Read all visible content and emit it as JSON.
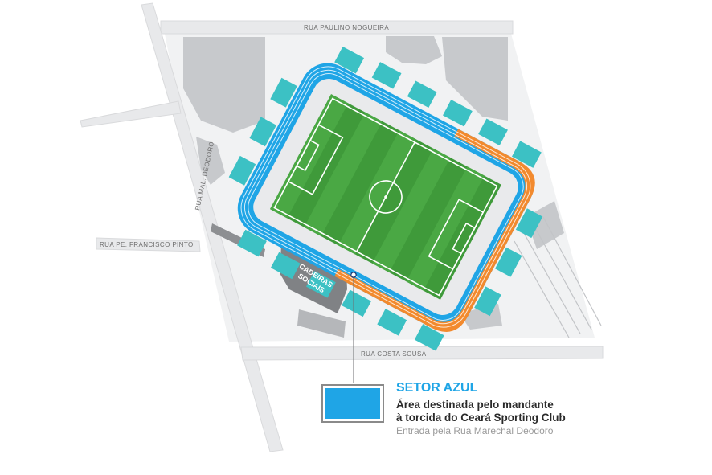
{
  "streets": {
    "north": "RUA PAULINO NOGUEIRA",
    "west": "RUA MAL. DEODORO",
    "side": "RUA PE. FRANCISCO PINTO",
    "south": "RUA COSTA SOUSA"
  },
  "building_label": {
    "line1": "CADEIRAS",
    "line2": "SOCIAIS"
  },
  "legend": {
    "title": "SETOR AZUL",
    "description_line1": "Área destinada pelo mandante",
    "description_line2": "à torcida do Ceará Sporting Club",
    "entrance": "Entrada pela Rua Marechal Deodoro"
  },
  "colors": {
    "blue_sector": "#1fa5e6",
    "orange_sector": "#f28a2e",
    "seating": "#3cc1c4",
    "pitch": "#3f9a3a",
    "road": "#e8e9eb",
    "buildings": "#c7c9cc"
  }
}
